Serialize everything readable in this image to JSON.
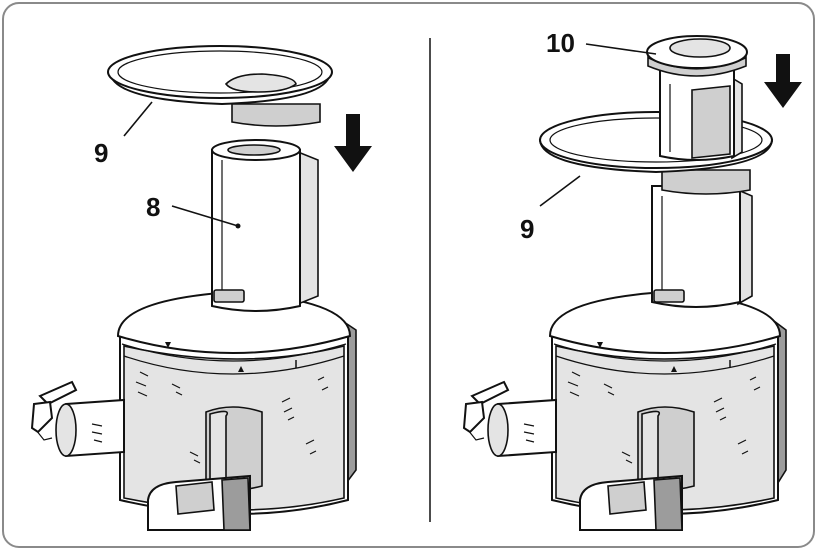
{
  "panels": [
    {
      "id": "left",
      "callouts": [
        {
          "label": "9",
          "part": "lid"
        },
        {
          "label": "8",
          "part": "feeding tube"
        }
      ],
      "arrow_direction": "down"
    },
    {
      "id": "right",
      "callouts": [
        {
          "label": "10",
          "part": "pusher"
        },
        {
          "label": "9",
          "part": "lid"
        }
      ],
      "arrow_direction": "down"
    }
  ],
  "colors": {
    "border": "#8a8a8a",
    "ink": "#111111",
    "shade": "#cfcfcf",
    "dark": "#9c9c9c"
  }
}
